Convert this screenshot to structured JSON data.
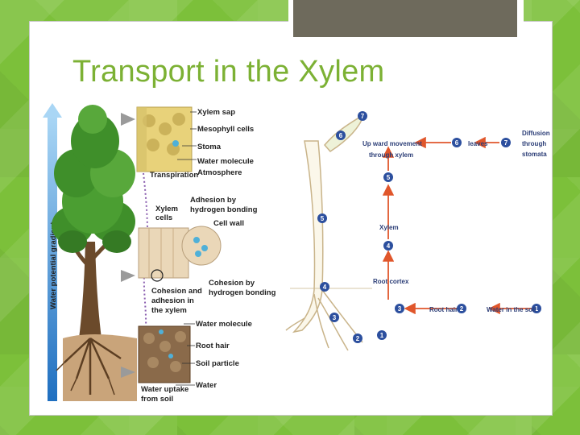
{
  "slide": {
    "title": "Transport in the Xylem"
  },
  "left_diagram": {
    "gradient_label": "Water potential gradient",
    "labels": {
      "xylem_sap": "Xylem sap",
      "mesophyll_cells": "Mesophyll cells",
      "stoma": "Stoma",
      "water_molecule_top": "Water molecule",
      "atmosphere": "Atmosphere",
      "transpiration": "Transpiration",
      "adhesion_line1": "Adhesion by",
      "adhesion_line2": "hydrogen bonding",
      "xylem_cells_line1": "Xylem",
      "xylem_cells_line2": "cells",
      "cell_wall": "Cell wall",
      "cohesion_adhesion_line1": "Cohesion and",
      "cohesion_adhesion_line2": "adhesion in",
      "cohesion_adhesion_line3": "the xylem",
      "cohesion_line1": "Cohesion by",
      "cohesion_line2": "hydrogen bonding",
      "water_molecule_bottom": "Water molecule",
      "root_hair": "Root hair",
      "soil_particle": "Soil particle",
      "water": "Water",
      "uptake_line1": "Water uptake",
      "uptake_line2": "from soil"
    },
    "colors": {
      "gradient_arrow": "#2e8fd8",
      "foliage": "#3f8f2a",
      "trunk": "#6b4a2b",
      "soil": "#c9a47a"
    }
  },
  "right_diagram": {
    "labels": {
      "upward_line1": "Up ward movement",
      "upward_line2": "through xylem",
      "leaves": "leaves",
      "diffusion_line1": "Diffusion",
      "diffusion_line2": "through",
      "diffusion_line3": "stomata",
      "xylem": "Xylem",
      "root_cortex": "Root cortex",
      "root_hair": "Root hair",
      "water_in_soil": "Water in the soil"
    },
    "step_numbers": [
      "1",
      "2",
      "3",
      "4",
      "5",
      "6",
      "7"
    ],
    "colors": {
      "flow_arrow": "#e0562b",
      "step_badge": "#2c4f9e"
    }
  }
}
